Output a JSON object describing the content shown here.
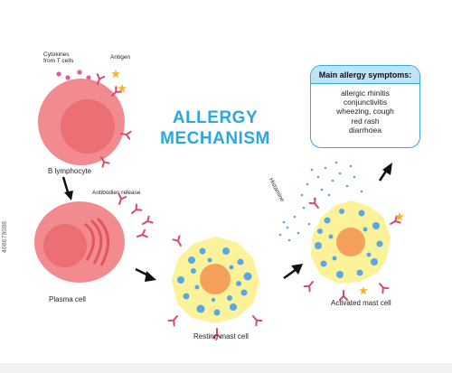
{
  "title": [
    "ALLERGY",
    "MECHANISM"
  ],
  "labels": {
    "cytokines": [
      "Cytokines",
      "from T cells"
    ],
    "antigen": "Antigen",
    "b_lymphocyte": "B lymphocyte",
    "antibodies_release": "Antibodies release",
    "plasma_cell": "Plasma cell",
    "resting_mast_cell": "Resting mast cell",
    "activated_mast_cell": "Activated mast cell",
    "histamine": "Histamine"
  },
  "symptoms": {
    "heading": "Main allergy symptoms:",
    "items": [
      "allergic rhinitis",
      "conjunctivitis",
      "wheezing, cough",
      "red rash",
      "diarrhoea"
    ]
  },
  "stock_id": "468679088",
  "colors": {
    "title": "#2aa6e0",
    "cell_pink": "#f28b8f",
    "cell_pink_dark": "#ec6f74",
    "mast_yellow": "#fbf29a",
    "mast_orange": "#f5a15d",
    "granule_blue": "#5aa7e6",
    "antibody_red": "#d94a6a",
    "antigen_gold": "#f2b62a"
  }
}
